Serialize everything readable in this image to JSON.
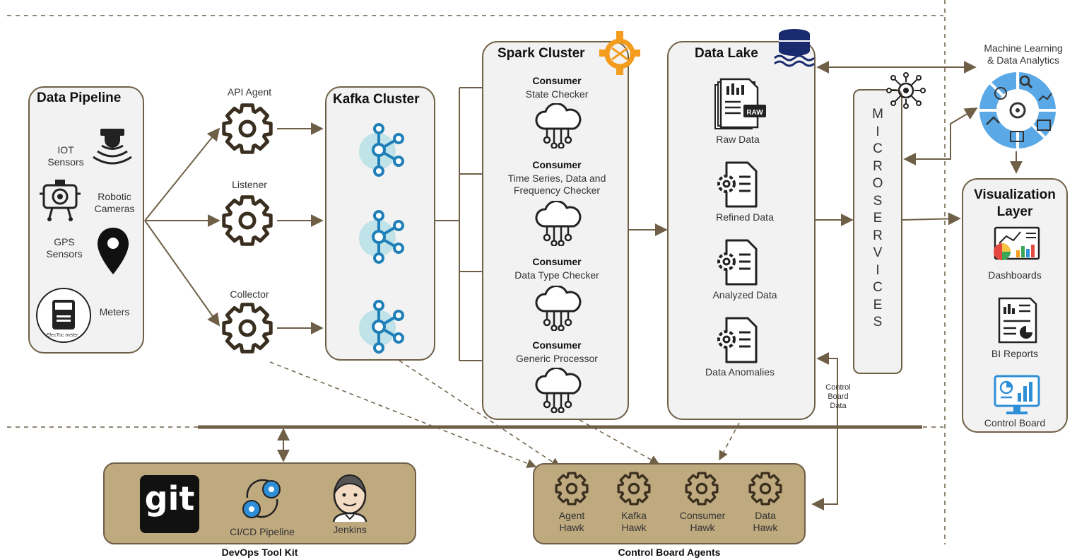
{
  "pipeline": {
    "title": "Data Pipeline",
    "items": [
      "IOT\nSensors",
      "Robotic\nCameras",
      "GPS\nSensors",
      "Meters"
    ],
    "meter_text": "ElecTric meter"
  },
  "agents": [
    "API Agent",
    "Listener",
    "Collector"
  ],
  "kafka": {
    "title": "Kafka Cluster"
  },
  "spark": {
    "title": "Spark Cluster",
    "consumers": [
      {
        "head": "Consumer",
        "label": "State Checker"
      },
      {
        "head": "Consumer",
        "label": "Time Series, Data and\nFrequency Checker"
      },
      {
        "head": "Consumer",
        "label": "Data Type Checker"
      },
      {
        "head": "Consumer",
        "label": "Generic Processor"
      }
    ]
  },
  "lake": {
    "title": "Data Lake",
    "items": [
      "Raw Data",
      "Refined Data",
      "Analyzed Data",
      "Data Anomalies"
    ],
    "raw_badge": "RAW"
  },
  "micro": {
    "letters": "MICROSERVICES"
  },
  "ml": {
    "label": "Machine Learning\n& Data Analytics"
  },
  "viz": {
    "title": "Visualization\nLayer",
    "items": [
      "Dashboards",
      "BI Reports",
      "Control Board"
    ]
  },
  "control_board_data": "Control\nBoard\nData",
  "devops": {
    "title": "DevOps Tool Kit",
    "git": "git",
    "items": [
      "CI/CD Pipeline",
      "Jenkins"
    ]
  },
  "cba": {
    "title": "Control Board Agents",
    "items": [
      "Agent\nHawk",
      "Kafka\nHawk",
      "Consumer\nHawk",
      "Data\nHawk"
    ]
  },
  "colors": {
    "line": "#6f5f47",
    "tan": "#bfa97f",
    "kafka_blue": "#1f7fb8",
    "kafka_bg": "#bfe3e8",
    "spark_orange": "#f39c1e",
    "viz_blue": "#2e8fd6"
  }
}
